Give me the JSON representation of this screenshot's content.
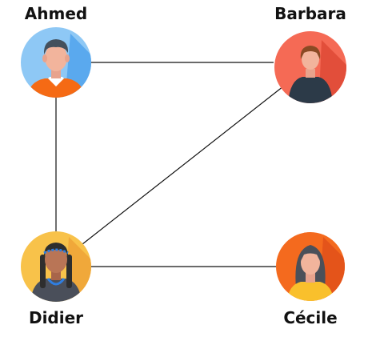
{
  "nodes": [
    {
      "id": "ahmed",
      "name": "Ahmed",
      "icon": "man-orange-shirt-avatar-icon",
      "bg": "#8ec8f5"
    },
    {
      "id": "barbara",
      "name": "Barbara",
      "icon": "woman-dark-sweater-avatar-icon",
      "bg": "#f56a55"
    },
    {
      "id": "didier",
      "name": "Didier",
      "icon": "woman-braids-necklace-avatar-icon",
      "bg": "#f8c24a"
    },
    {
      "id": "cecile",
      "name": "Cécile",
      "icon": "woman-long-hair-avatar-icon",
      "bg": "#f46a1e"
    }
  ],
  "edges": [
    {
      "from": "ahmed",
      "to": "barbara"
    },
    {
      "from": "ahmed",
      "to": "didier"
    },
    {
      "from": "didier",
      "to": "barbara"
    },
    {
      "from": "didier",
      "to": "cecile"
    }
  ]
}
